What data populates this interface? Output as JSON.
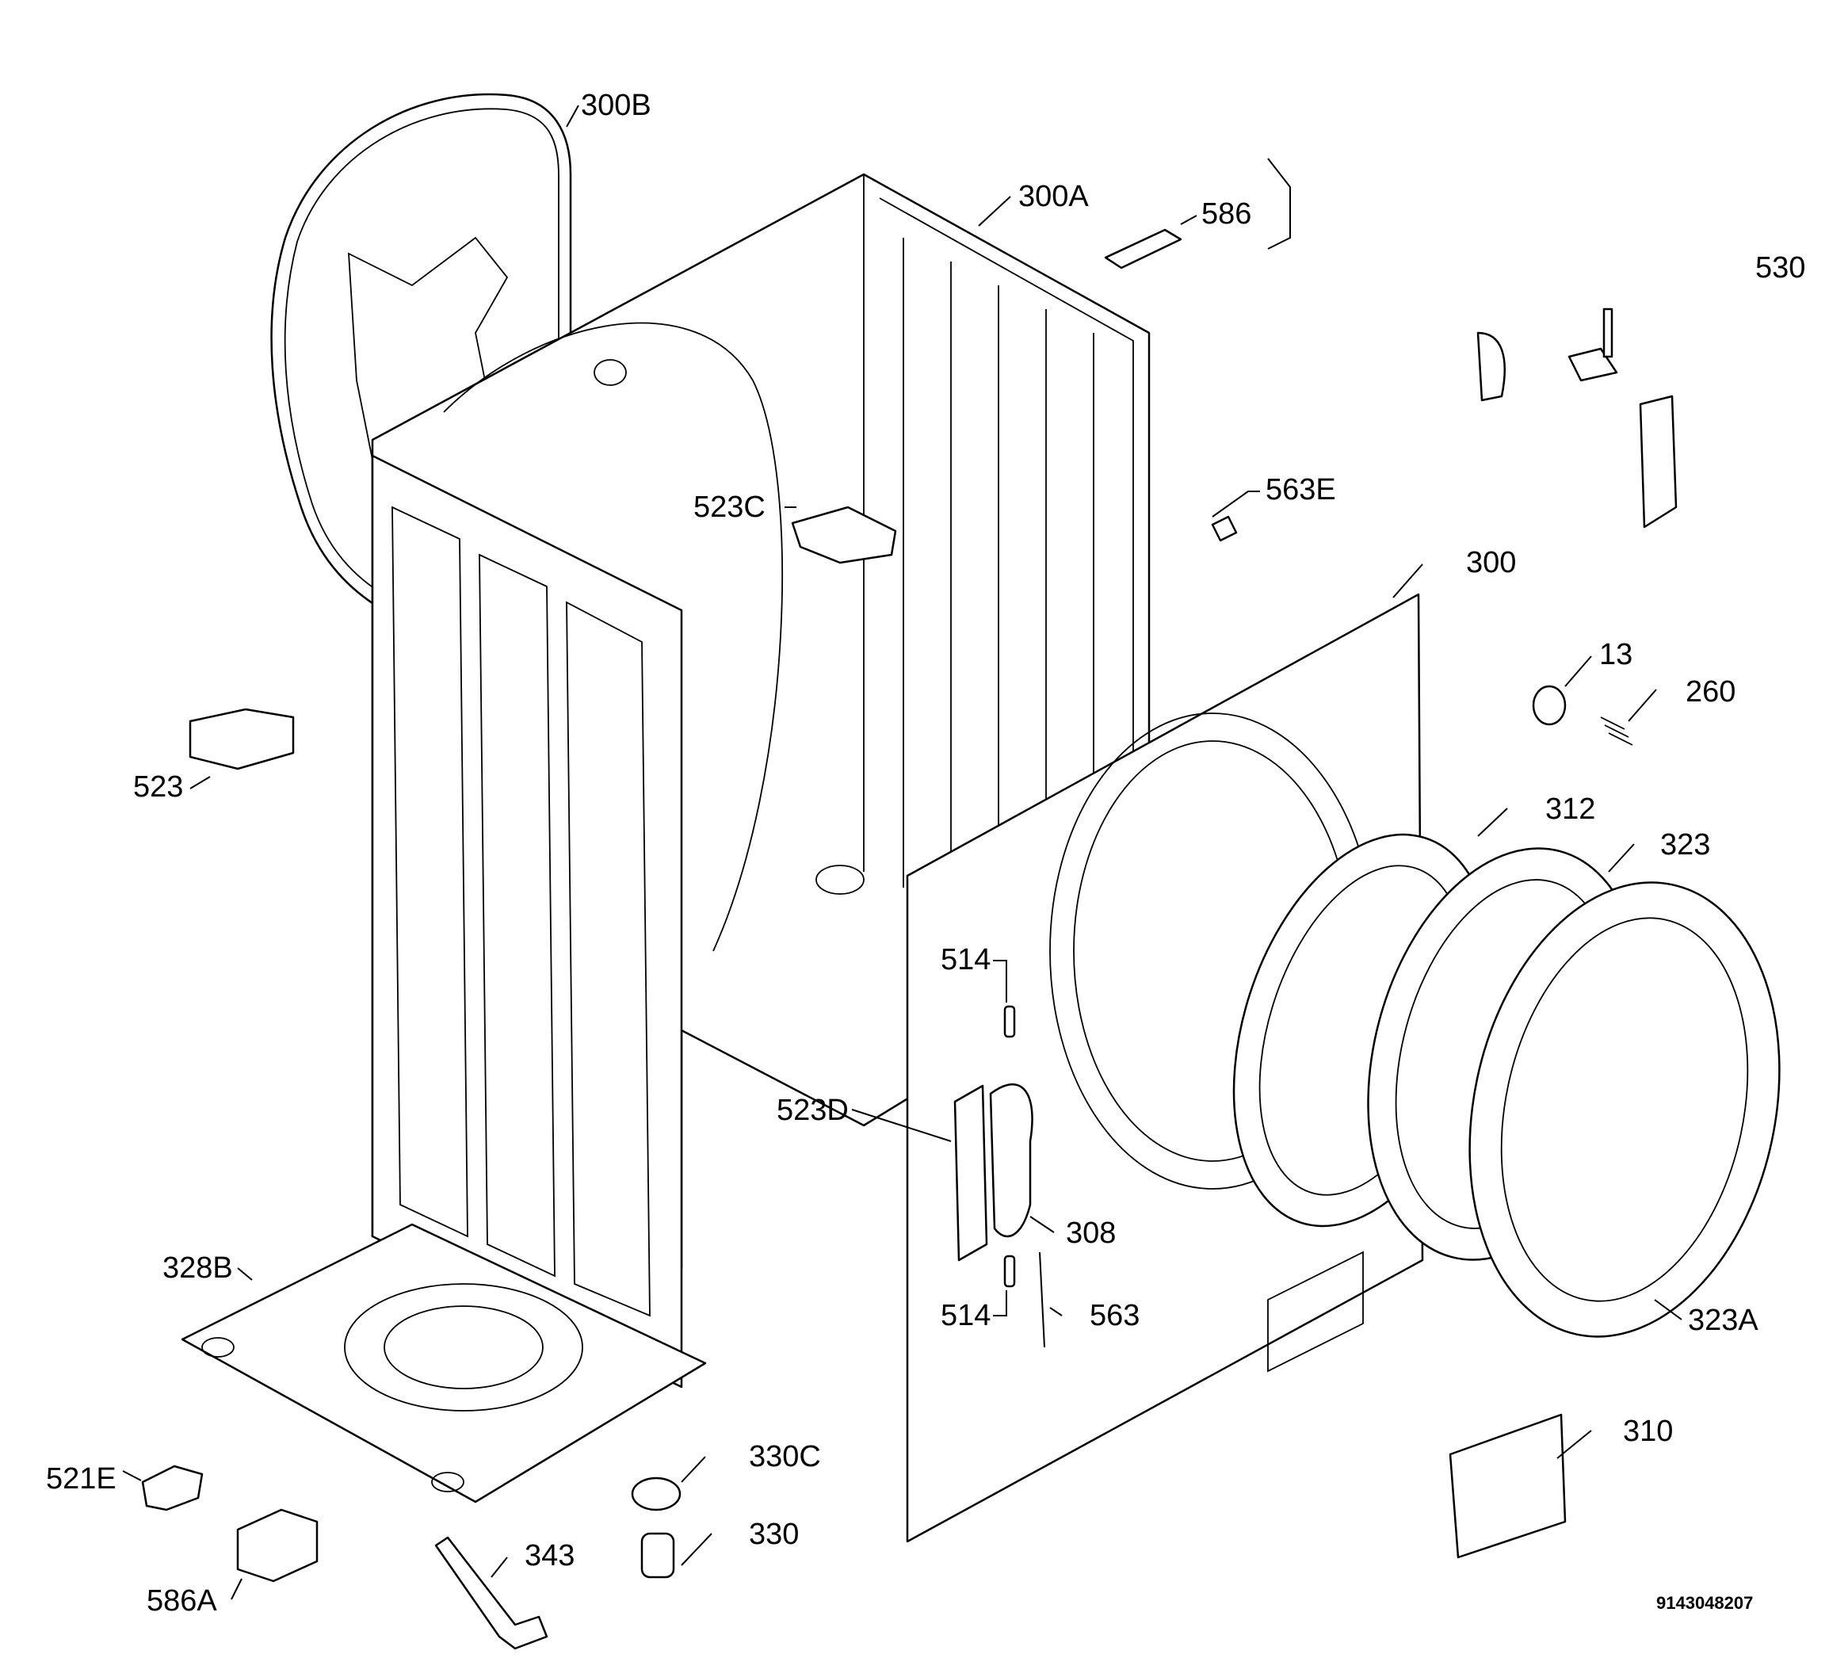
{
  "diagram": {
    "callouts": {
      "p300B": "300B",
      "p300A": "300A",
      "p586": "586",
      "p530": "530",
      "p563E": "563E",
      "p523C": "523C",
      "p300": "300",
      "p13": "13",
      "p260": "260",
      "p523": "523",
      "p312": "312",
      "p323": "323",
      "p514a": "514",
      "p523D": "523D",
      "p308": "308",
      "p514b": "514",
      "p563": "563",
      "p323A": "323A",
      "p328B": "328B",
      "p310": "310",
      "p330C": "330C",
      "p521E": "521E",
      "p330": "330",
      "p343": "343",
      "p586A": "586A"
    },
    "drawing_code": "9143048207"
  }
}
